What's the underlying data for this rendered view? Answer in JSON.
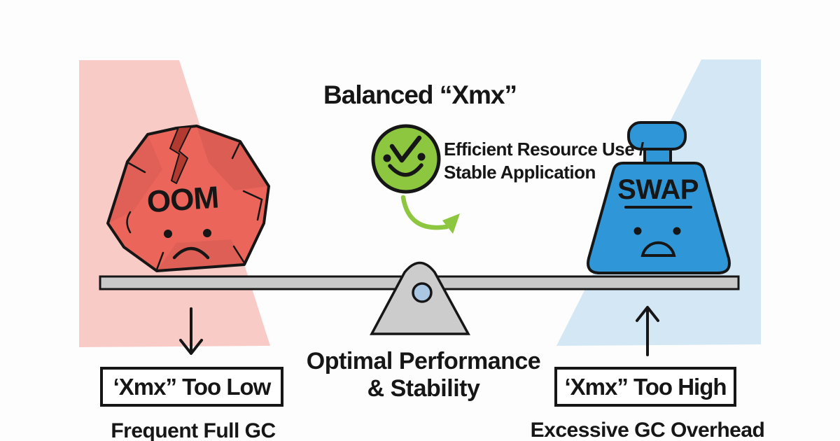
{
  "title": "Balanced “Xmx”",
  "balanced": {
    "benefit_line1": "Efficient Resource Use /",
    "benefit_line2": "Stable Application"
  },
  "center": {
    "caption_line1": "Optimal Performance",
    "caption_line2": "& Stability"
  },
  "left": {
    "object_label": "OOM",
    "box_label": "‘Xmx” Too Low",
    "caption": "Frequent Full GC"
  },
  "right": {
    "object_label": "SWAP",
    "box_label": "‘Xmx” Too High",
    "caption": "Excessive GC Overhead"
  },
  "colors": {
    "pink_bg": "#f9cbc7",
    "blue_bg": "#d3e7f5",
    "rock_red": "#ec655b",
    "crack_red": "#b23a31",
    "weight_blue": "#2f97d7",
    "smiley_green": "#8dc63f",
    "beam_gray": "#c9c9c9",
    "fulcrum_gray": "#cccccc",
    "pivot_blue": "#a9c7e2",
    "ink": "#161616"
  }
}
